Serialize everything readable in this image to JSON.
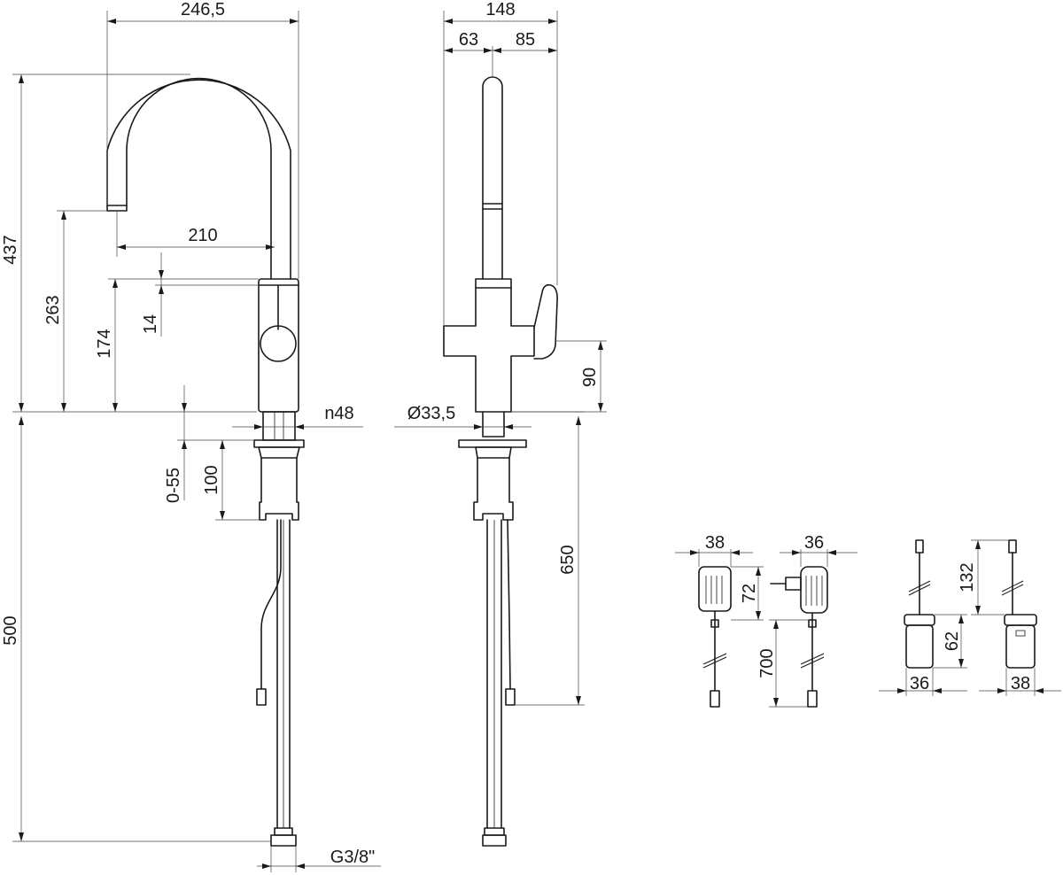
{
  "dimensions": {
    "side_width": "246,5",
    "total_height": "437",
    "spout_reach": "210",
    "spout_height": "263",
    "body_height": "174",
    "handle_offset": "14",
    "base_diameter": "n48",
    "deck_thickness": "0-55",
    "shank_length": "100",
    "hose_length": "500",
    "connection": "G3/8\"",
    "front_width": "148",
    "front_left": "63",
    "front_right": "85",
    "lever_height": "90",
    "body_diameter": "Ø33,5",
    "cable_length": "650",
    "adapter1_width": "38",
    "adapter2_width": "36",
    "adapter_height": "72",
    "adapter_cable": "700",
    "box1_width": "36",
    "box2_width": "38",
    "box_cable": "132",
    "box_height": "62"
  }
}
